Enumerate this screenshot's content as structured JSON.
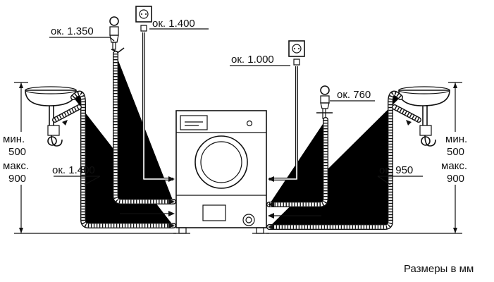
{
  "labels": {
    "left_tap": "ок. 1.350",
    "left_socket": "ок. 1.400",
    "right_socket": "ок. 1.000",
    "right_tap": "ок. 760",
    "left_drain": "ок. 1.400",
    "right_drain": "ок. 950"
  },
  "height_range": {
    "left": {
      "min_label": "мин.",
      "min_value": "500",
      "max_label": "макс.",
      "max_value": "900"
    },
    "right": {
      "min_label": "мин.",
      "min_value": "500",
      "max_label": "макс.",
      "max_value": "900"
    }
  },
  "units_note": "Размеры в мм"
}
